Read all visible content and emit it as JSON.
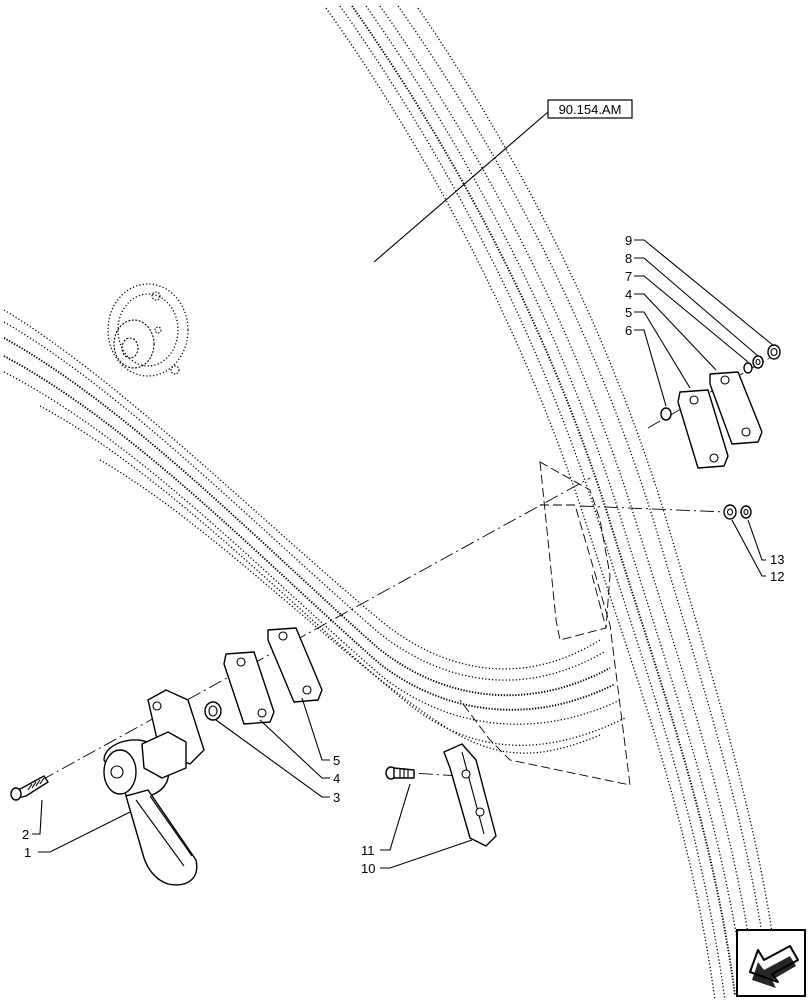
{
  "reference": {
    "label": "90.154.AM"
  },
  "callouts": [
    {
      "id": "1",
      "label": "1"
    },
    {
      "id": "2",
      "label": "2"
    },
    {
      "id": "3",
      "label": "3"
    },
    {
      "id": "4a",
      "label": "4"
    },
    {
      "id": "5a",
      "label": "5"
    },
    {
      "id": "6",
      "label": "6"
    },
    {
      "id": "7",
      "label": "7"
    },
    {
      "id": "8",
      "label": "8"
    },
    {
      "id": "9",
      "label": "9"
    },
    {
      "id": "4b",
      "label": "4"
    },
    {
      "id": "5b",
      "label": "5"
    },
    {
      "id": "10",
      "label": "10"
    },
    {
      "id": "11",
      "label": "11"
    },
    {
      "id": "12",
      "label": "12"
    },
    {
      "id": "13",
      "label": "13"
    }
  ],
  "nav_icon": {
    "name": "arrow-down-left-icon"
  }
}
